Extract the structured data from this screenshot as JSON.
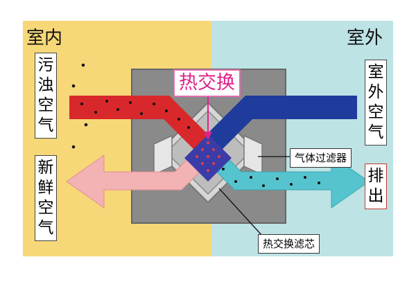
{
  "zones": {
    "indoor": "室内",
    "outdoor": "室外"
  },
  "flows": {
    "indoor_exhaust": "污浊空气",
    "fresh_supply": "新鲜空气",
    "outdoor_intake": "室外空气",
    "discharge": "排出"
  },
  "title": "热交换",
  "callouts": {
    "gas_filter": "气体过滤器",
    "core": "热交换滤芯"
  },
  "colors": {
    "indoor_bg": "#f6d878",
    "outdoor_bg": "#bde3e5",
    "exhaust_red": "#d8282b",
    "outdoor_blue": "#1f3b9b",
    "fresh_pink": "#f3b2b4",
    "discharge_cyan": "#56c4cf",
    "housing_gray": "#8a8a8a",
    "title_pink": "#e0218a"
  }
}
